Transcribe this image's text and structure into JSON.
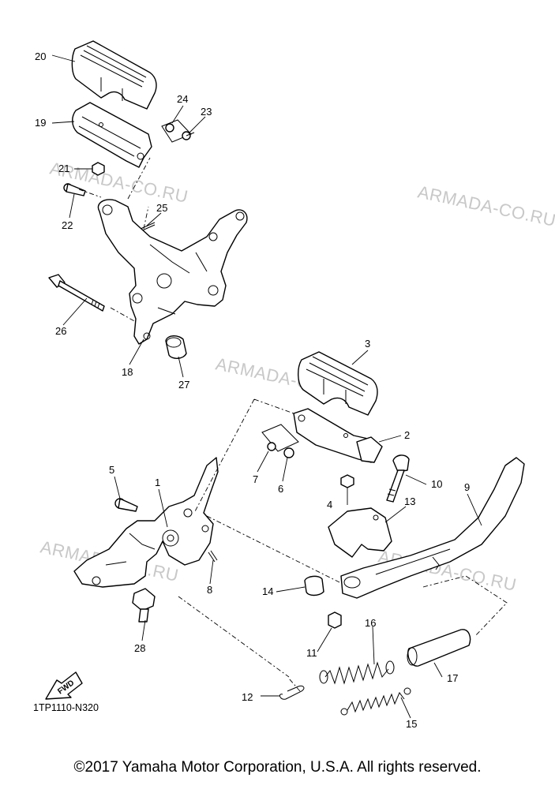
{
  "watermark": "ARMADA-CO.RU",
  "drawing_code": "1TP1110-N320",
  "fwd_label": "FWD",
  "copyright": "©2017 Yamaha Motor Corporation, U.S.A. All rights reserved.",
  "callouts": {
    "c1": "1",
    "c2": "2",
    "c3": "3",
    "c4": "4",
    "c5": "5",
    "c6": "6",
    "c7": "7",
    "c8": "8",
    "c9": "9",
    "c10": "10",
    "c11": "11",
    "c12": "12",
    "c13": "13",
    "c14": "14",
    "c15": "15",
    "c16": "16",
    "c17": "17",
    "c18": "18",
    "c19": "19",
    "c20": "20",
    "c21": "21",
    "c22": "22",
    "c23": "23",
    "c24": "24",
    "c25": "25",
    "c26": "26",
    "c27": "27",
    "c28": "28"
  }
}
